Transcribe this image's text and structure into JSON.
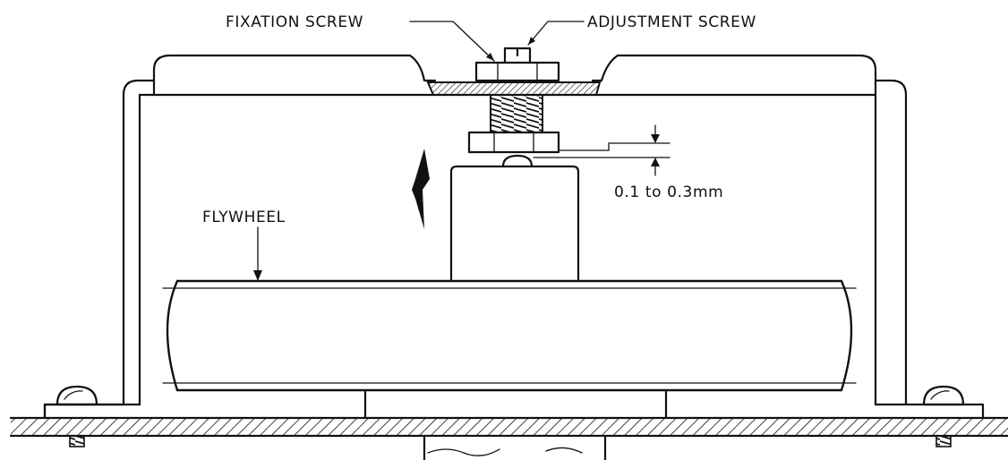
{
  "diagram": {
    "labels": {
      "fixation_screw": "FIXATION SCREW",
      "adjustment_screw": "ADJUSTMENT SCREW",
      "flywheel": "FLYWHEEL",
      "clearance": "0.1 to 0.3mm"
    }
  }
}
